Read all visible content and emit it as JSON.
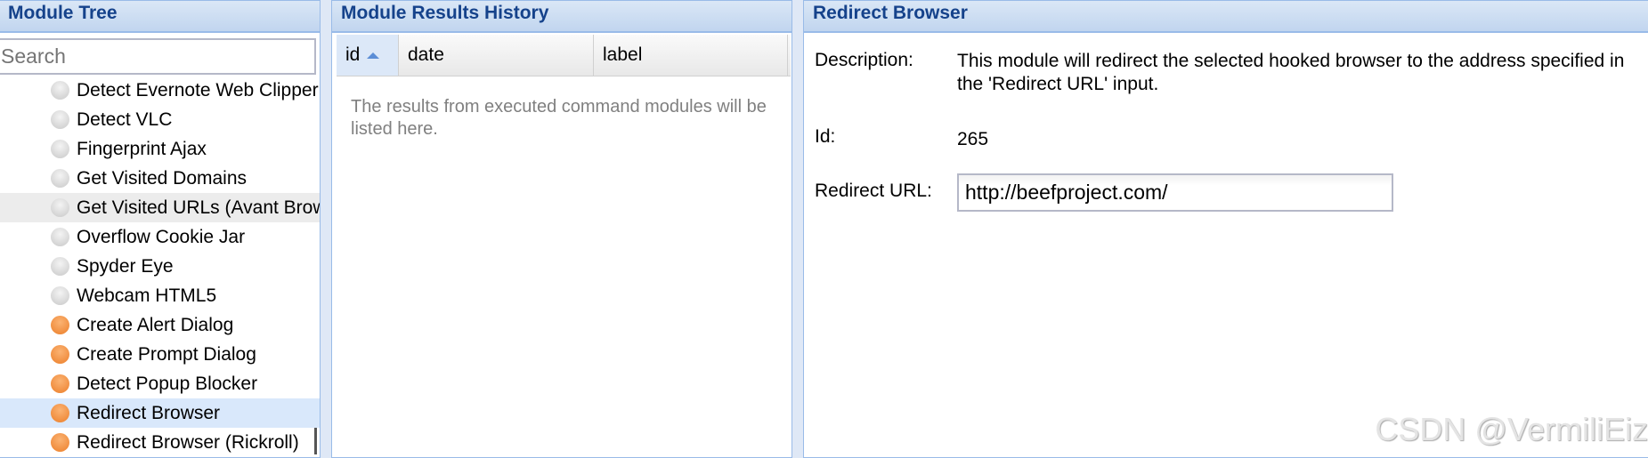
{
  "module_tree": {
    "title": "Module Tree",
    "search_placeholder": "Search",
    "items": [
      {
        "label": "Detect Evernote Web Clipper",
        "status": "grey"
      },
      {
        "label": "Detect VLC",
        "status": "grey"
      },
      {
        "label": "Fingerprint Ajax",
        "status": "grey"
      },
      {
        "label": "Get Visited Domains",
        "status": "grey"
      },
      {
        "label": "Get Visited URLs (Avant Browser)",
        "status": "grey",
        "hovered": true
      },
      {
        "label": "Overflow Cookie Jar",
        "status": "grey"
      },
      {
        "label": "Spyder Eye",
        "status": "grey"
      },
      {
        "label": "Webcam HTML5",
        "status": "grey"
      },
      {
        "label": "Create Alert Dialog",
        "status": "orange"
      },
      {
        "label": "Create Prompt Dialog",
        "status": "orange"
      },
      {
        "label": "Detect Popup Blocker",
        "status": "orange"
      },
      {
        "label": "Redirect Browser",
        "status": "orange",
        "selected": true
      },
      {
        "label": "Redirect Browser (Rickroll)",
        "status": "orange"
      }
    ]
  },
  "results_history": {
    "title": "Module Results History",
    "columns": [
      "id",
      "date",
      "label"
    ],
    "sorted_column": "id",
    "sort_direction": "ascending",
    "empty_text": "The results from executed command modules will be listed here."
  },
  "module_detail": {
    "title": "Redirect Browser",
    "description_label": "Description:",
    "description": "This module will redirect the selected hooked browser to the address specified in the 'Redirect URL' input.",
    "id_label": "Id:",
    "id": "265",
    "redirect_url_label": "Redirect URL:",
    "redirect_url": "http://beefproject.com/"
  },
  "watermark": "CSDN @VermiliEiz",
  "colors": {
    "header_text": "#15428b",
    "border": "#99bbe8",
    "selected_row": "#d9e8fb",
    "status_grey": "#c8c8c8",
    "status_orange": "#ec7f2a"
  }
}
